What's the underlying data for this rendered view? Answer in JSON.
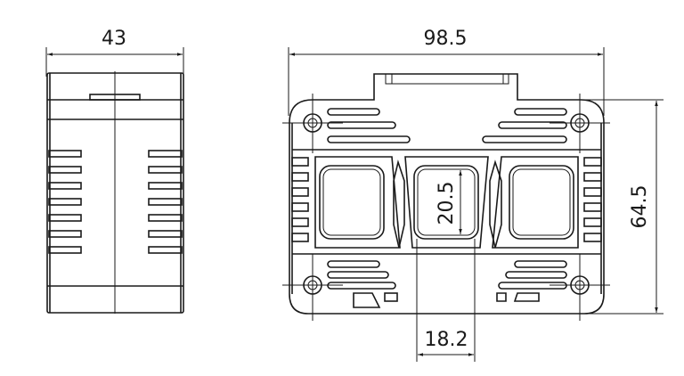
{
  "drawing": {
    "side_view": {
      "width_label": "43"
    },
    "front_view": {
      "width_label": "98.5",
      "height_label": "64.5",
      "window_height_label": "20.5",
      "window_width_label": "18.2",
      "window_count": 3,
      "mounting_holes": 4
    },
    "line_color": "#1a1a1a",
    "background": "#ffffff"
  }
}
